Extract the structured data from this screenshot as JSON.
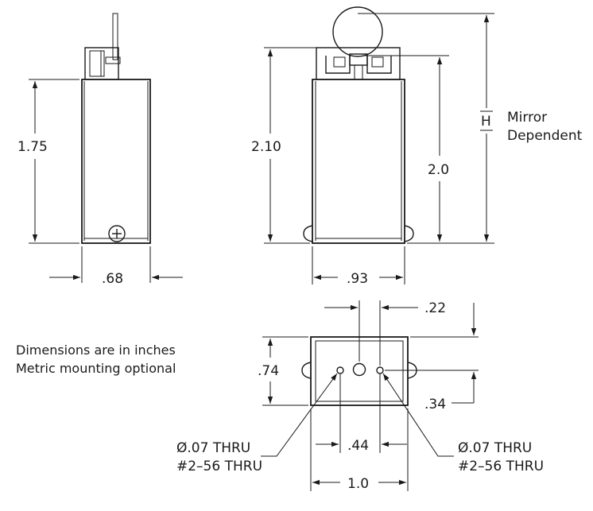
{
  "notes": {
    "line1": "Dimensions are in inches",
    "line2": "Metric mounting optional"
  },
  "side_view": {
    "height": "1.75",
    "width": ".68"
  },
  "front_view": {
    "height_total": "2.10",
    "height_axis": "2.0",
    "width": ".93",
    "h_symbol": "H",
    "h_label_line1": "Mirror",
    "h_label_line2": "Dependent"
  },
  "bottom_view": {
    "offset_top": ".22",
    "height": ".74",
    "offset_right": ".34",
    "hole_spacing": ".44",
    "width": "1.0",
    "left_callout_line1": "Ø.07 THRU",
    "left_callout_line2": "#2–56 THRU",
    "right_callout_line1": "Ø.07 THRU",
    "right_callout_line2": "#2–56 THRU"
  }
}
